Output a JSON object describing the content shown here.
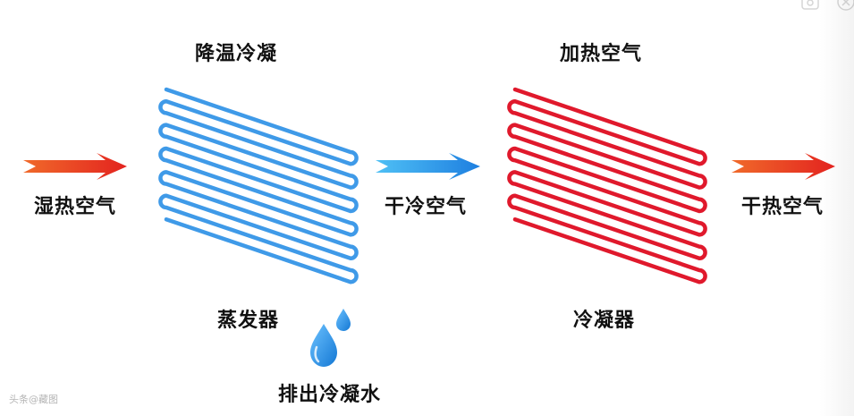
{
  "labels": {
    "cooling": "降温冷凝",
    "humid_hot_air": "湿热空气",
    "evaporator": "蒸发器",
    "drain": "排出冷凝水",
    "heating": "加热空气",
    "dry_cold_air": "干冷空气",
    "condenser": "冷凝器",
    "dry_hot_air": "干热空气"
  },
  "watermark": "头条@藏图",
  "colors": {
    "evaporator_coil": "#3f9ae8",
    "condenser_coil": "#e0192c",
    "hot_arrow": "#e53a20",
    "cold_arrow": "#2f94e6",
    "droplet": "#2a8ee0",
    "text": "#111111"
  },
  "icons": [
    "droplet-icon",
    "image-search-icon",
    "close-icon"
  ]
}
